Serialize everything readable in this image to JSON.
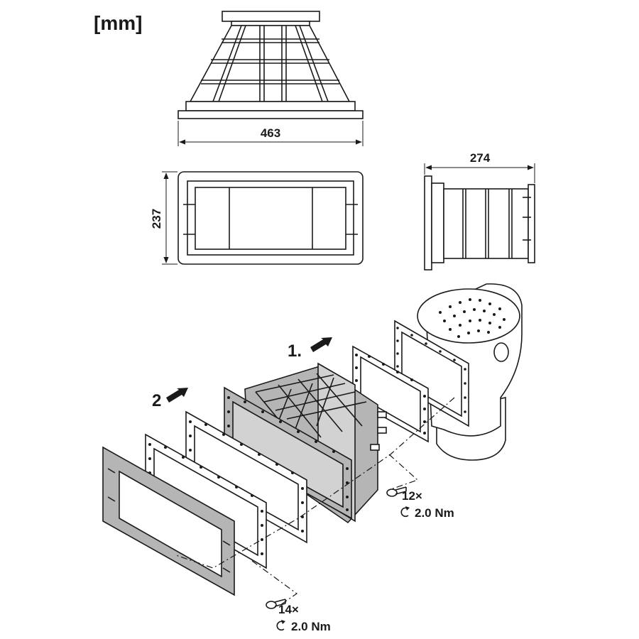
{
  "unit_label": "[mm]",
  "dimensions": {
    "width": "463",
    "height": "237",
    "depth": "274"
  },
  "steps": {
    "step1": "1.",
    "step2": "2"
  },
  "fasteners": {
    "upper": {
      "quantity": "12×",
      "torque": "2.0 Nm"
    },
    "lower": {
      "quantity": "14×",
      "torque": "2.0 Nm"
    }
  },
  "colors": {
    "line": "#1a1a1a",
    "part_fill": "#b5b5b5",
    "background": "#ffffff"
  }
}
